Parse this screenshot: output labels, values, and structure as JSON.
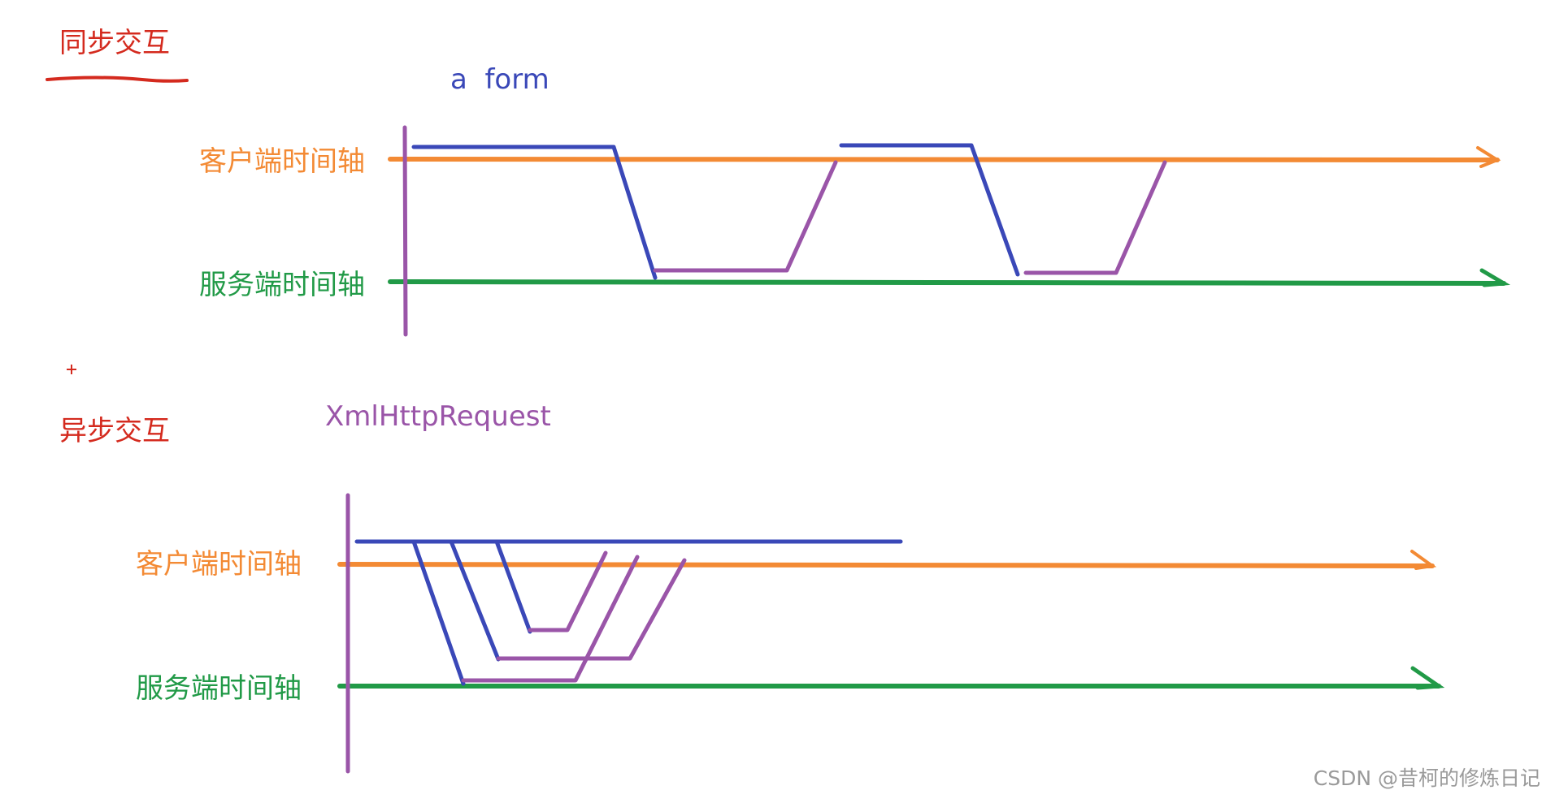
{
  "colors": {
    "title": "#d42a1e",
    "client_axis": "#f38a34",
    "server_axis": "#219a47",
    "request_line": "#3a48b8",
    "response_line": "#9a55a8",
    "start_marker": "#9a55a8",
    "watermark": "#9a9a9a"
  },
  "sync": {
    "title": "同步交互",
    "tech_label": "a  form",
    "client_axis_label": "客户端时间轴",
    "server_axis_label": "服务端时间轴"
  },
  "async": {
    "title": "异步交互",
    "tech_label": "XmlHttpRequest",
    "client_axis_label": "客户端时间轴",
    "server_axis_label": "服务端时间轴"
  },
  "watermark": "CSDN @昔柯的修炼日记"
}
